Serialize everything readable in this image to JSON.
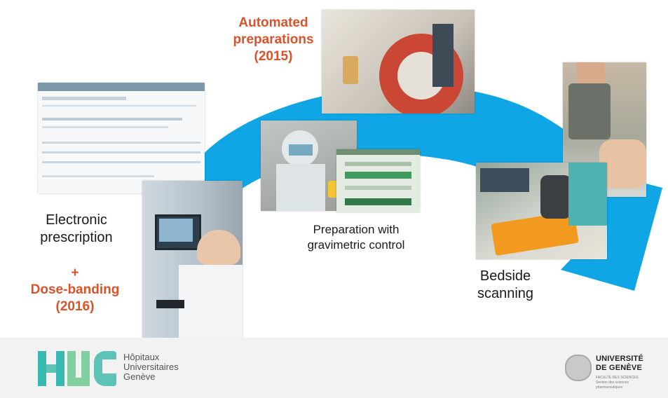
{
  "steps": {
    "automated": {
      "line1": "Automated",
      "line2": "preparations",
      "line3": "(2015)"
    },
    "electronic": {
      "line1": "Electronic",
      "line2": "prescription"
    },
    "dose": {
      "plus": "+",
      "line1": "Dose-banding",
      "line2": "(2016)"
    },
    "gravimetric": {
      "line1": "Preparation with",
      "line2": "gravimetric control"
    },
    "bedside": {
      "line1": "Bedside",
      "line2": "scanning"
    }
  },
  "logos": {
    "hug": {
      "mark": "HUG",
      "line1": "Hôpitaux",
      "line2": "Universitaires",
      "line3": "Genève"
    },
    "unige": {
      "line1": "UNIVERSITÉ",
      "line2": "DE GENÈVE",
      "sub1": "FACULTÉ DES SCIENCES",
      "sub2": "Section des sciences",
      "sub3": "pharmaceutiques"
    }
  },
  "icons": {
    "flow": "cycle-arrow",
    "photos": [
      "prescription-screenshot",
      "pharmacist-at-computer",
      "robot-preparation",
      "cleanroom-preparation",
      "gravimetric-software",
      "bedside-patient",
      "barcode-scanner"
    ]
  },
  "colors": {
    "arrow": "#10a6e6",
    "accent": "#d9532b",
    "hug_teal": "#37b8b0",
    "hug_green": "#7fcf9f"
  }
}
